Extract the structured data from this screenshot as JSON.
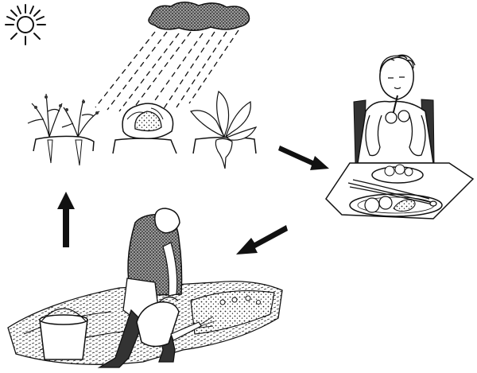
{
  "diagram": {
    "type": "illustrated-cycle",
    "colors": {
      "ink": "#111111",
      "paper": "#ffffff",
      "shade": "#777777"
    },
    "scenes": [
      {
        "name": "sun",
        "icon": "sun-icon"
      },
      {
        "name": "rain-cloud",
        "icon": "cloud-rain-icon"
      },
      {
        "name": "garden-vegetables",
        "items": [
          "carrot-icon",
          "cabbage-icon",
          "beet-icon"
        ]
      },
      {
        "name": "person-eating-meal",
        "items": [
          "fork-icon",
          "plate-icon",
          "bowl-icon",
          "green-onion-icon"
        ]
      },
      {
        "name": "person-watering-garden",
        "items": [
          "bucket-icon",
          "watering-can-icon",
          "garden-bed-icon"
        ]
      }
    ],
    "arrows": [
      {
        "name": "arrow-garden-to-meal",
        "direction": "down-right"
      },
      {
        "name": "arrow-meal-to-gardener",
        "direction": "down-left"
      },
      {
        "name": "arrow-gardener-to-garden",
        "direction": "up"
      }
    ]
  }
}
